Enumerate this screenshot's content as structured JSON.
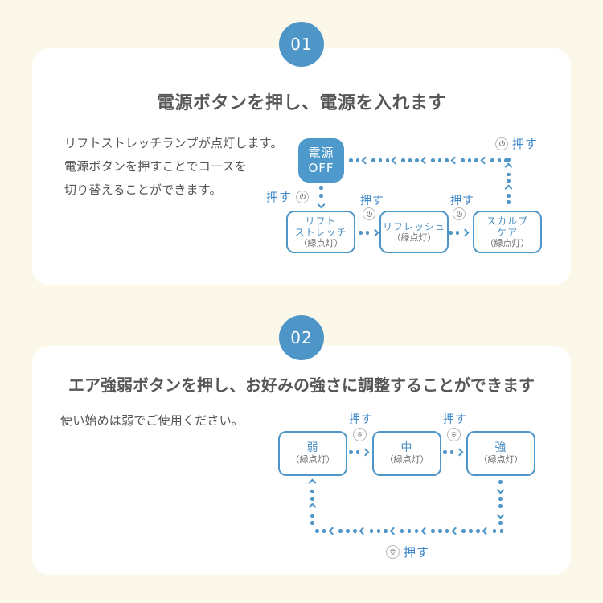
{
  "labels": {
    "press": "押す"
  },
  "colors": {
    "accent": "#4e95c8",
    "page_bg": "#fbf8ea",
    "card_bg": "#ffffff",
    "lamp_green_note": "（緑点灯）"
  },
  "steps": [
    {
      "number": "01",
      "title": "電源ボタンを押し、電源を入れます",
      "description": [
        "リフトストレッチランプが点灯します。",
        "電源ボタンを押すことでコースを",
        "切り替えることができます。"
      ],
      "power_button": {
        "line1": "電源",
        "line2": "OFF"
      },
      "courses": [
        {
          "name_lines": [
            "リフト",
            "ストレッチ"
          ],
          "status": "（緑点灯）"
        },
        {
          "name_lines": [
            "リフレッシュ"
          ],
          "status": "（緑点灯）"
        },
        {
          "name_lines": [
            "スカルプ",
            "ケア"
          ],
          "status": "（緑点灯）"
        }
      ]
    },
    {
      "number": "02",
      "title": "エア強弱ボタンを押し、お好みの強さに調整することができます",
      "description": [
        "使い始めは弱でご使用ください。"
      ],
      "levels": [
        {
          "name": "弱",
          "status": "（緑点灯）"
        },
        {
          "name": "中",
          "status": "（緑点灯）"
        },
        {
          "name": "強",
          "status": "（緑点灯）"
        }
      ]
    }
  ]
}
